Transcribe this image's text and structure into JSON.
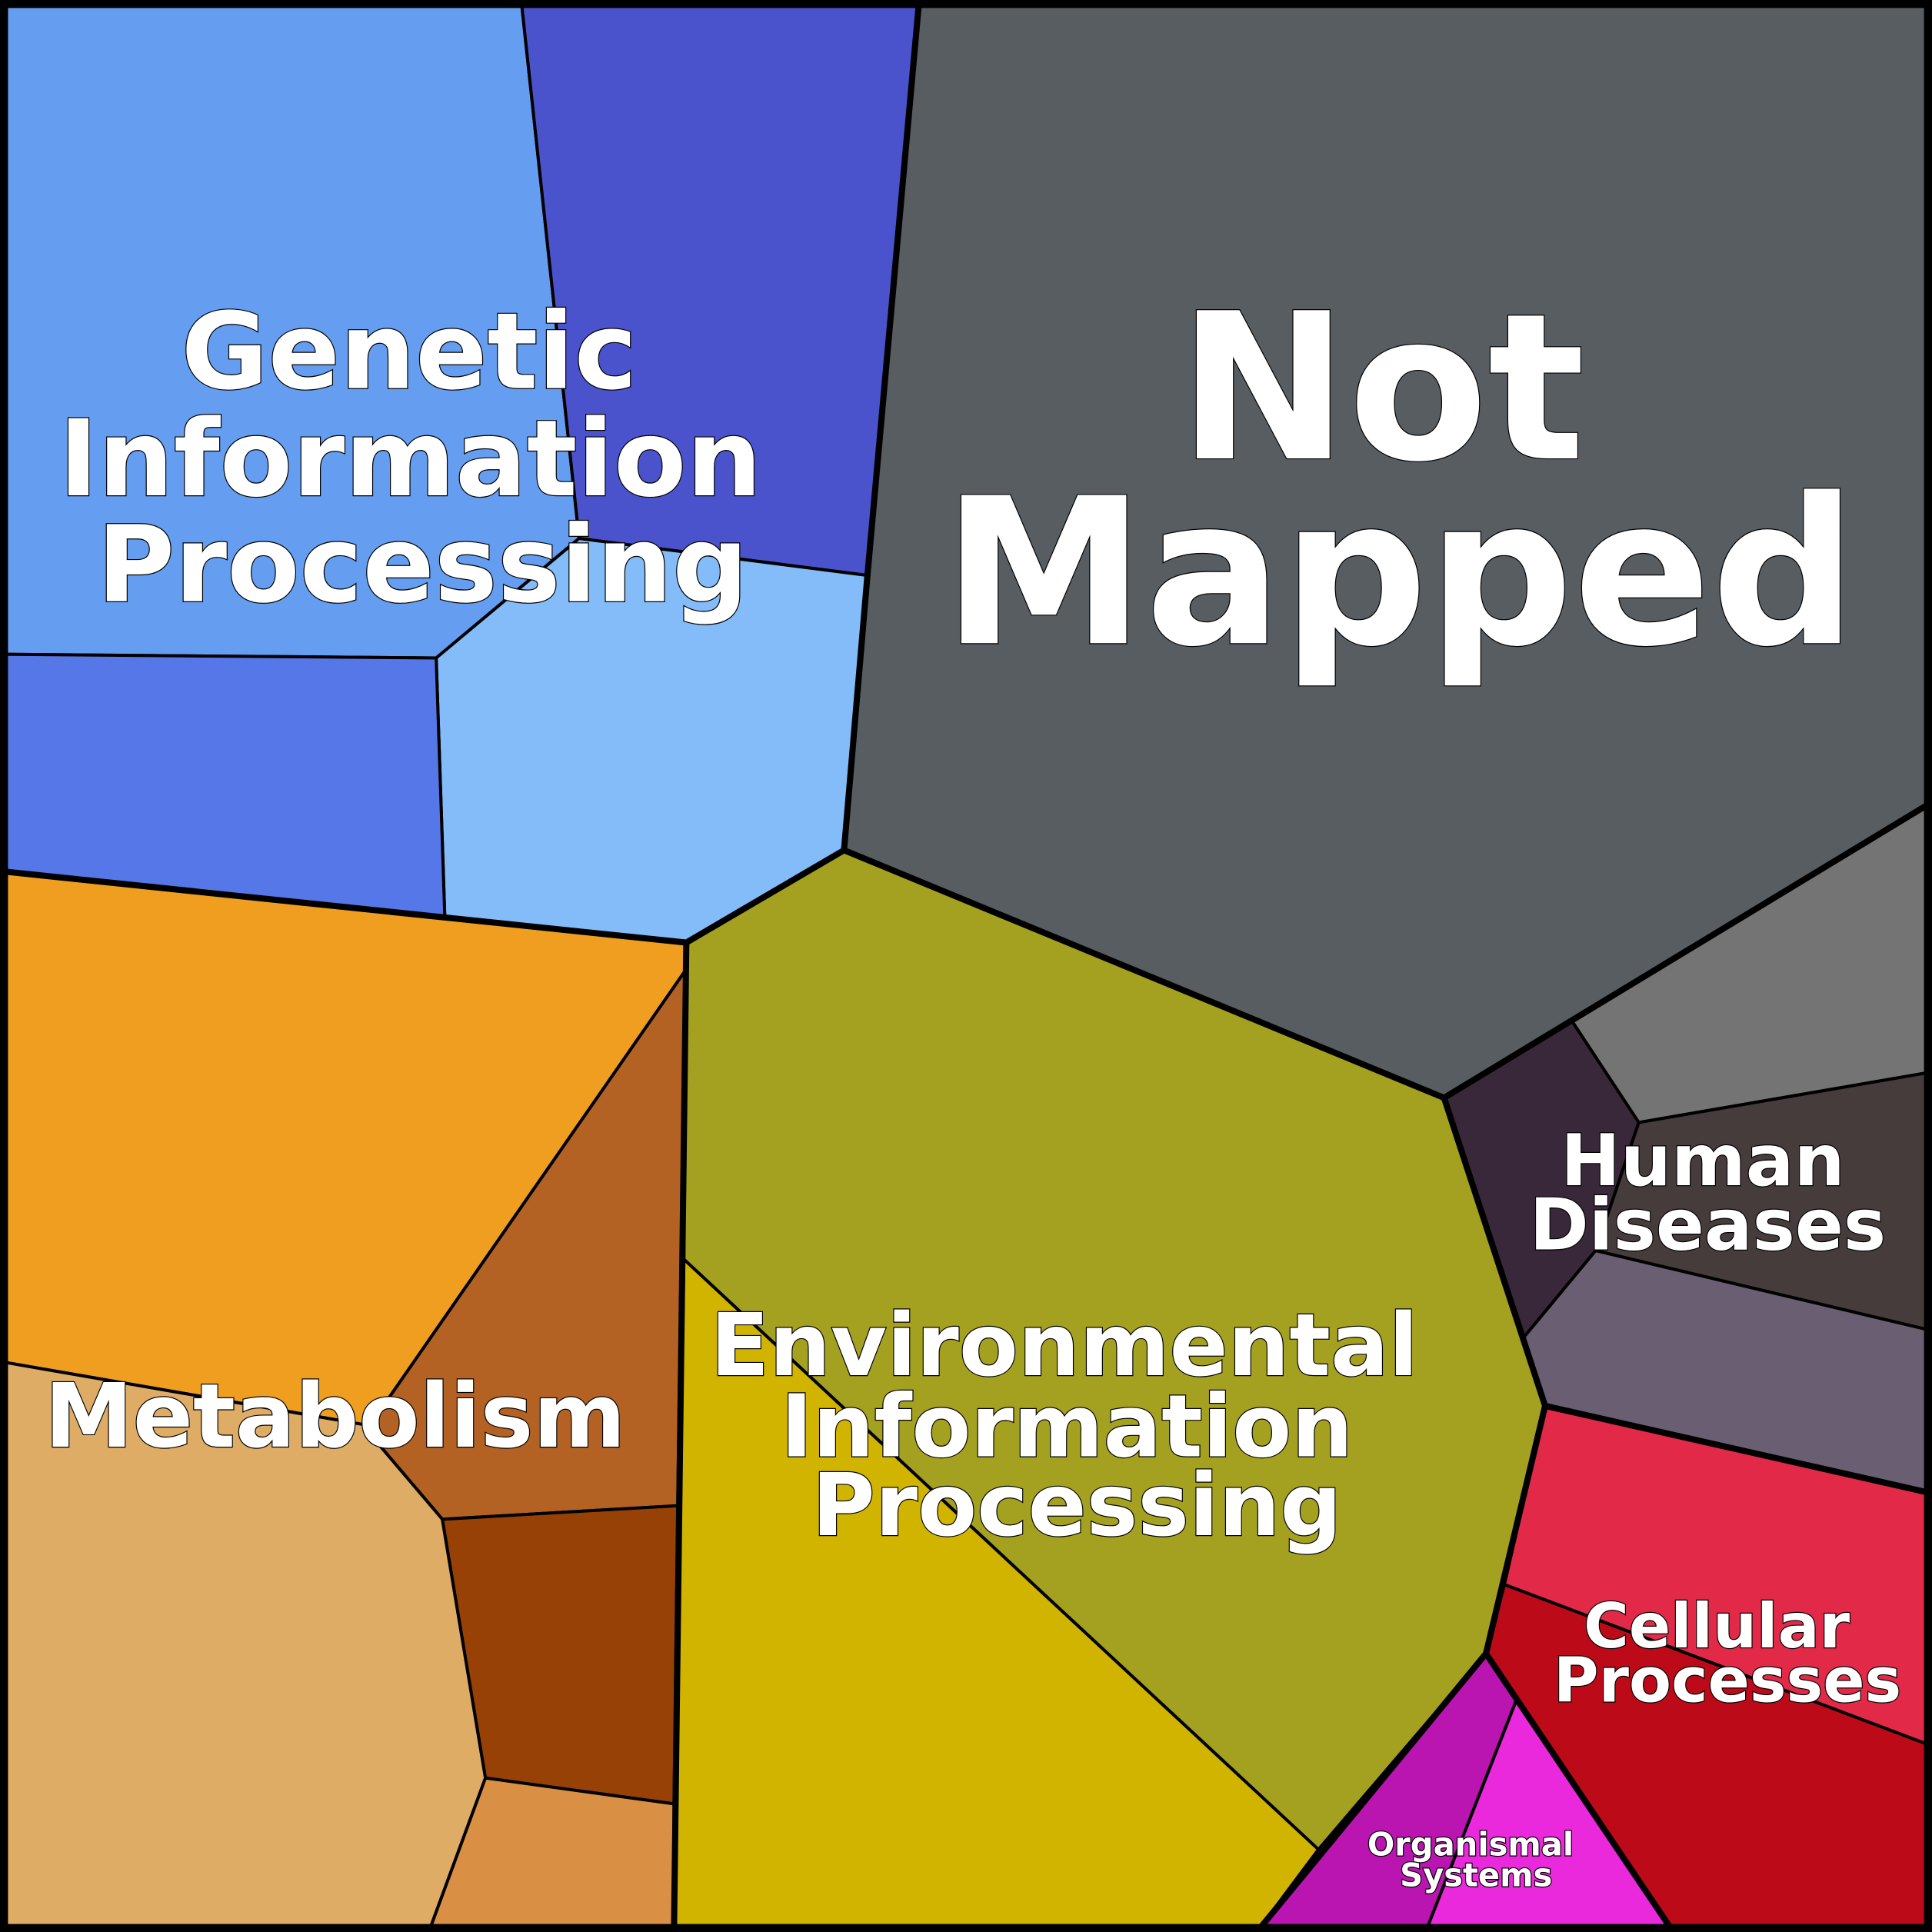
{
  "categories": [
    {
      "name": "genetic",
      "label_lines": [
        "Genetic",
        "Information",
        "Processing"
      ],
      "colors": [
        "#659EF0",
        "#4A53CC",
        "#83BCF8",
        "#5577E8"
      ]
    },
    {
      "name": "not-mapped",
      "label_lines": [
        "Not",
        "Mapped"
      ],
      "colors": [
        "#585D62"
      ]
    },
    {
      "name": "human-diseases",
      "label_lines": [
        "Human",
        "Diseases"
      ],
      "colors": [
        "#747474",
        "#392839",
        "#463C3C",
        "#6A5E72"
      ]
    },
    {
      "name": "cellular-processes",
      "label_lines": [
        "Cellular",
        "Processes"
      ],
      "colors": [
        "#E22A48",
        "#BC0A18"
      ]
    },
    {
      "name": "organismal-systems",
      "label_lines": [
        "Organismal",
        "Systems"
      ],
      "colors": [
        "#BA15B0",
        "#EA28DC"
      ]
    },
    {
      "name": "environmental",
      "label_lines": [
        "Environmental",
        "Information",
        "Processing"
      ],
      "colors": [
        "#A4A020",
        "#D0B400"
      ]
    },
    {
      "name": "metabolism",
      "label_lines": [
        "Metabolism"
      ],
      "colors": [
        "#EF9E20",
        "#B46224",
        "#DEAC64",
        "#974106",
        "#DA9044"
      ]
    }
  ]
}
